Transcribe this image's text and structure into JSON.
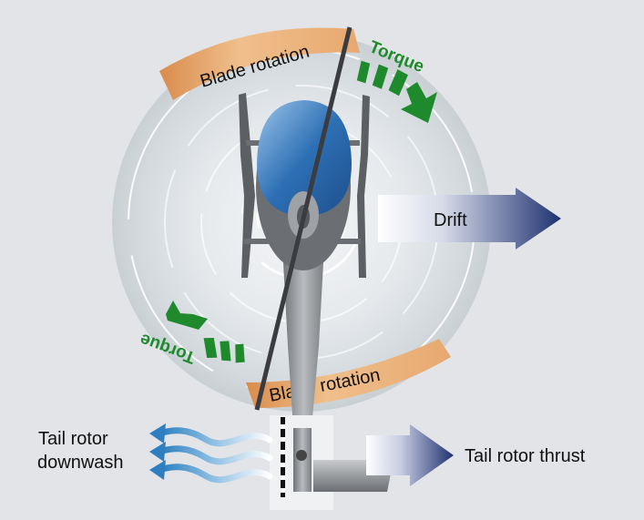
{
  "labels": {
    "blade_rotation_top": "Blade rotation",
    "blade_rotation_bottom": "Blade rotation",
    "torque_top": "Torque",
    "torque_bottom": "Torque",
    "drift": "Drift",
    "tail_rotor_downwash_line1": "Tail rotor",
    "tail_rotor_downwash_line2": "downwash",
    "tail_rotor_thrust": "Tail rotor thrust"
  },
  "colors": {
    "background": "#e3e4e8",
    "blade_band": "#e6a56c",
    "torque_green": "#1f8a2c",
    "arrow_navy": "#1f3270",
    "downwash_blue": "#2f7fc0",
    "canopy_blue": "#2d6fb4"
  }
}
